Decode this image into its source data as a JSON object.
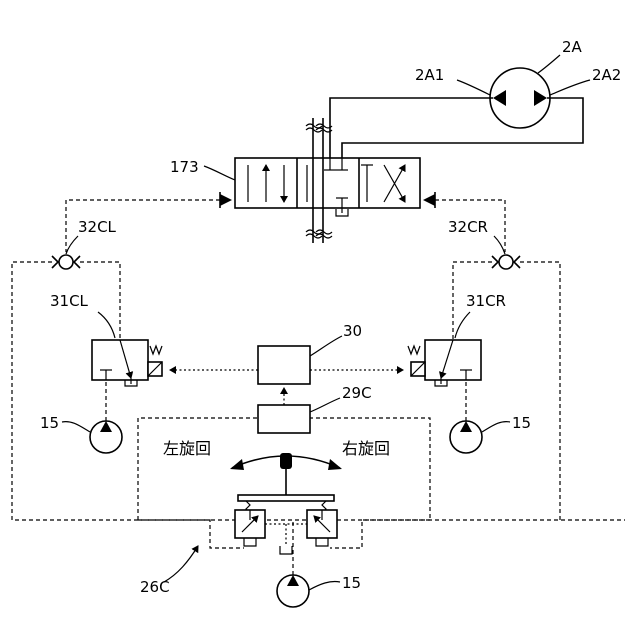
{
  "labels": {
    "motor": "2A",
    "motor_port_1": "2A1",
    "motor_port_2": "2A2",
    "control_valve": "173",
    "shuttle_left": "32CL",
    "shuttle_right": "32CR",
    "solenoid_valve_left": "31CL",
    "solenoid_valve_right": "31CR",
    "controller": "30",
    "sensor": "29C",
    "pump_left": "15",
    "pump_right": "15",
    "pump_bottom": "15",
    "operation_device": "26C",
    "left_swing": "左旋回",
    "right_swing": "右旋回"
  }
}
